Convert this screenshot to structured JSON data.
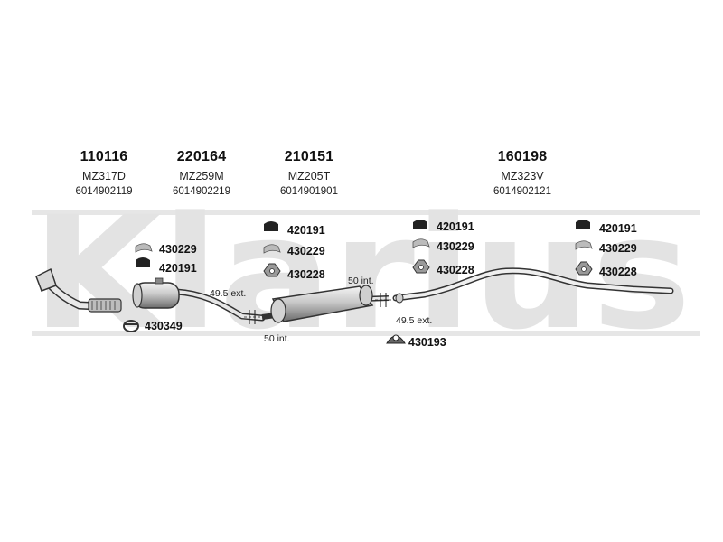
{
  "watermark": {
    "text": "Klarius",
    "color": "#e3e3e3"
  },
  "headers": [
    {
      "part": "110116",
      "code": "MZ317D",
      "oe": "6014902119"
    },
    {
      "part": "220164",
      "code": "MZ259M",
      "oe": "6014902219"
    },
    {
      "part": "210151",
      "code": "MZ205T",
      "oe": "6014901901"
    },
    {
      "part": "160198",
      "code": "MZ323V",
      "oe": "6014902121"
    }
  ],
  "fittings": {
    "rubber_mount": "420191",
    "strap_clamp": "430229",
    "bracket_clamp": "430228",
    "u_clamp": "430349",
    "hanger_ring": "430193"
  },
  "dimensions": {
    "ext_1": "49.5 ext.",
    "int_1": "50 int.",
    "int_2": "50 int.",
    "ext_2": "49.5 ext."
  },
  "icons": [
    "rubber-mount-icon",
    "strap-clamp-icon",
    "bracket-clamp-icon",
    "u-clamp-icon",
    "hanger-ring-icon"
  ]
}
